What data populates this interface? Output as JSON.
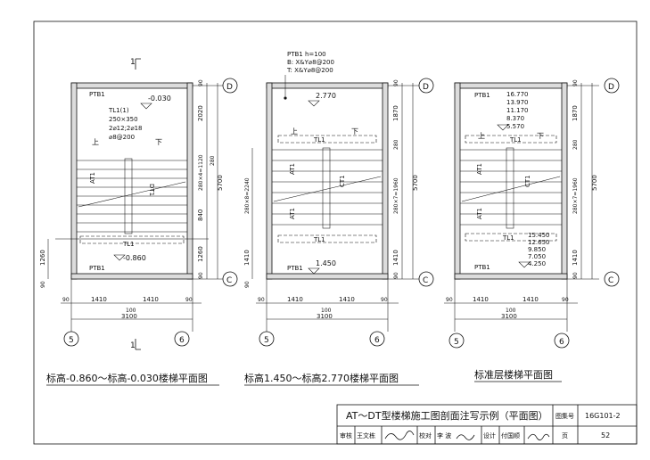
{
  "section_mark": "1",
  "plans": [
    {
      "caption": "标高-0.860～标高-0.030楼梯平面图",
      "top_slab": "PTB1",
      "top_elev": "-0.030",
      "tl_note": [
        "TL1(1)",
        "250×350",
        "2⌀12;2⌀18",
        "⌀8@200"
      ],
      "up": "上",
      "down": "下",
      "flight_left": "AT1",
      "flight_right": "DT1",
      "beam": "TL1",
      "bottom_elev": "-0.860",
      "bottom_slab": "PTB1",
      "dims_right": [
        "90",
        "2020",
        "280×4=1120",
        "840",
        "1260",
        "90"
      ],
      "dim_total": "5700",
      "dim_right_extra": "280",
      "dim_left": [
        "1260",
        "90"
      ],
      "dims_bottom": [
        "90",
        "1410",
        "1410",
        "90",
        "100",
        "3100"
      ],
      "axis_top": "D",
      "axis_bottom": "C",
      "axis_left": "5",
      "axis_right": "6"
    },
    {
      "caption": "标高1.450～标高2.770楼梯平面图",
      "slab_note": [
        "PTB1  h=100",
        "B: X&Y⌀8@200",
        "T: X&Y⌀8@200"
      ],
      "top_elev": "2.770",
      "up": "上",
      "down": "下",
      "beam_top": "TL1",
      "flight_left_top": "AT1",
      "flight_left_bottom": "AT1",
      "flight_right": "CT1",
      "beam": "TL1",
      "bottom_slab": "PTB1",
      "bottom_elev": "1.450",
      "dims_right": [
        "90",
        "1870",
        "280",
        "280×7=1960",
        "1410",
        "90"
      ],
      "dim_total": "5700",
      "dims_left": [
        "280×8=2240",
        "1410",
        "90"
      ],
      "dims_bottom": [
        "90",
        "1410",
        "1410",
        "90",
        "100",
        "3100"
      ],
      "axis_top": "D",
      "axis_bottom": "C",
      "axis_left": "5",
      "axis_right": "6"
    },
    {
      "caption": "标准层楼梯平面图",
      "top_slab": "PTB1",
      "top_elevs": [
        "16.770",
        "13.970",
        "11.170",
        "8.370",
        "5.570"
      ],
      "up": "上",
      "down": "下",
      "beam_top": "TL1",
      "flight_left_top": "AT1",
      "flight_left_bottom": "AT1",
      "flight_right": "CT1",
      "beam": "TL1",
      "bottom_elevs": [
        "15.450",
        "12.650",
        "9.850",
        "7.050",
        "4.250"
      ],
      "bottom_slab": "PTB1",
      "dims_right": [
        "90",
        "1870",
        "280",
        "280×7=1960",
        "1410",
        "90"
      ],
      "dim_total": "5700",
      "dims_bottom": [
        "90",
        "1410",
        "1410",
        "90",
        "100",
        "3100"
      ],
      "axis_top": "D",
      "axis_bottom": "C",
      "axis_left": "5",
      "axis_right": "6"
    }
  ],
  "title_block": {
    "title": "AT～DT型楼梯施工图剖面注写示例（平面图）",
    "atlas_label": "图集号",
    "atlas_no": "16G101-2",
    "review_label": "审核",
    "review_name": "王文栋",
    "check_label": "校对",
    "check_name": "李 波",
    "design_label": "设计",
    "design_name": "付国顺",
    "page_label": "页",
    "page_no": "52"
  }
}
